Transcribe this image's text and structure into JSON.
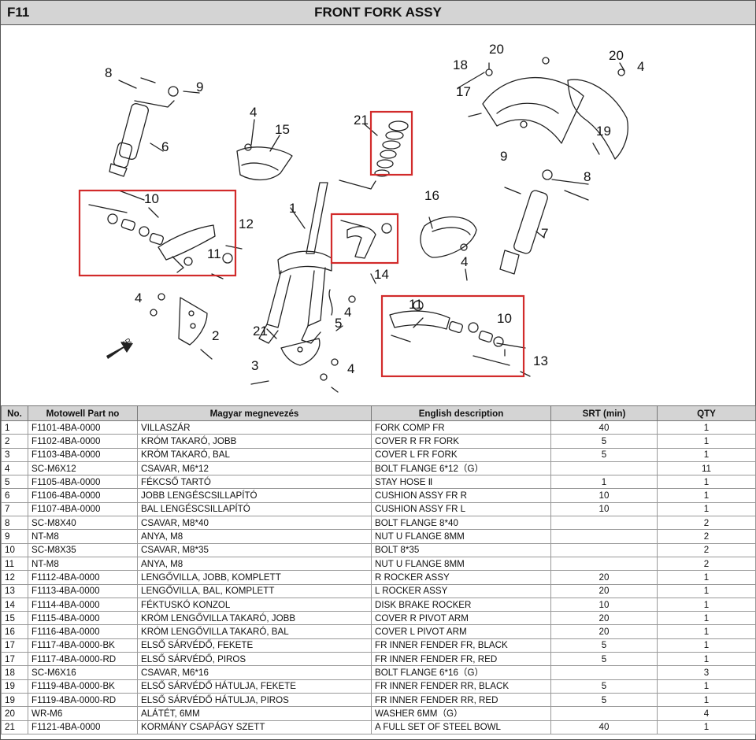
{
  "page": {
    "code": "F11",
    "title": "FRONT FORK ASSY"
  },
  "callouts": [
    "1",
    "2",
    "3",
    "4",
    "5",
    "6",
    "7",
    "8",
    "9",
    "10",
    "11",
    "12",
    "13",
    "14",
    "15",
    "16",
    "17",
    "18",
    "19",
    "20",
    "21"
  ],
  "front_marker": "FR",
  "table": {
    "headers": [
      "No.",
      "Motowell Part no",
      "Magyar megnevezés",
      "English description",
      "SRT (min)",
      "QTY"
    ],
    "rows": [
      [
        "1",
        "F1101-4BA-0000",
        "VILLASZÁR",
        "FORK COMP FR",
        "40",
        "1"
      ],
      [
        "2",
        "F1102-4BA-0000",
        "KRÓM TAKARÓ, JOBB",
        "COVER R FR FORK",
        "5",
        "1"
      ],
      [
        "3",
        "F1103-4BA-0000",
        "KRÓM TAKARÓ, BAL",
        "COVER L FR FORK",
        "5",
        "1"
      ],
      [
        "4",
        "SC-M6X12",
        "CSAVAR, M6*12",
        "BOLT FLANGE 6*12（G）",
        "",
        "11"
      ],
      [
        "5",
        "F1105-4BA-0000",
        "FÉKCSŐ TARTÓ",
        "STAY HOSE Ⅱ",
        "1",
        "1"
      ],
      [
        "6",
        "F1106-4BA-0000",
        "JOBB LENGÉSCSILLAPÍTÓ",
        "CUSHION ASSY FR R",
        "10",
        "1"
      ],
      [
        "7",
        "F1107-4BA-0000",
        "BAL LENGÉSCSILLAPÍTÓ",
        "CUSHION ASSY FR L",
        "10",
        "1"
      ],
      [
        "8",
        "SC-M8X40",
        "CSAVAR, M8*40",
        "BOLT FLANGE 8*40",
        "",
        "2"
      ],
      [
        "9",
        "NT-M8",
        "ANYA, M8",
        "NUT U FLANGE 8MM",
        "",
        "2"
      ],
      [
        "10",
        "SC-M8X35",
        "CSAVAR, M8*35",
        "BOLT 8*35",
        "",
        "2"
      ],
      [
        "11",
        "NT-M8",
        "ANYA, M8",
        "NUT U FLANGE 8MM",
        "",
        "2"
      ],
      [
        "12",
        "F1112-4BA-0000",
        "LENGŐVILLA, JOBB, KOMPLETT",
        "R ROCKER ASSY",
        "20",
        "1"
      ],
      [
        "13",
        "F1113-4BA-0000",
        "LENGŐVILLA, BAL, KOMPLETT",
        "L ROCKER ASSY",
        "20",
        "1"
      ],
      [
        "14",
        "F1114-4BA-0000",
        "FÉKTUSKÓ KONZOL",
        "DISK BRAKE ROCKER",
        "10",
        "1"
      ],
      [
        "15",
        "F1115-4BA-0000",
        "KRÓM LENGŐVILLA TAKARÓ, JOBB",
        "COVER R PIVOT ARM",
        "20",
        "1"
      ],
      [
        "16",
        "F1116-4BA-0000",
        "KRÓM LENGŐVILLA TAKARÓ, BAL",
        "COVER L PIVOT ARM",
        "20",
        "1"
      ],
      [
        "17",
        "F1117-4BA-0000-BK",
        "ELSŐ SÁRVÉDŐ, FEKETE",
        "FR INNER FENDER FR, BLACK",
        "5",
        "1"
      ],
      [
        "17",
        "F1117-4BA-0000-RD",
        "ELSŐ SÁRVÉDŐ, PIROS",
        "FR INNER FENDER FR, RED",
        "5",
        "1"
      ],
      [
        "18",
        "SC-M6X16",
        "CSAVAR, M6*16",
        "BOLT FLANGE 6*16（G）",
        "",
        "3"
      ],
      [
        "19",
        "F1119-4BA-0000-BK",
        "ELSŐ SÁRVÉDŐ HÁTULJA, FEKETE",
        "FR INNER FENDER RR, BLACK",
        "5",
        "1"
      ],
      [
        "19",
        "F1119-4BA-0000-RD",
        "ELSŐ SÁRVÉDŐ HÁTULJA, PIROS",
        "FR INNER FENDER RR, RED",
        "5",
        "1"
      ],
      [
        "20",
        "WR-M6",
        "ALÁTÉT, 6MM",
        "WASHER 6MM（G）",
        "",
        "4"
      ],
      [
        "21",
        "F1121-4BA-0000",
        "KORMÁNY CSAPÁGY SZETT",
        "A FULL SET OF STEEL BOWL",
        "40",
        "1"
      ]
    ]
  },
  "colors": {
    "highlight_box": "#d22b2b",
    "header_bg": "#d4d4d4"
  }
}
